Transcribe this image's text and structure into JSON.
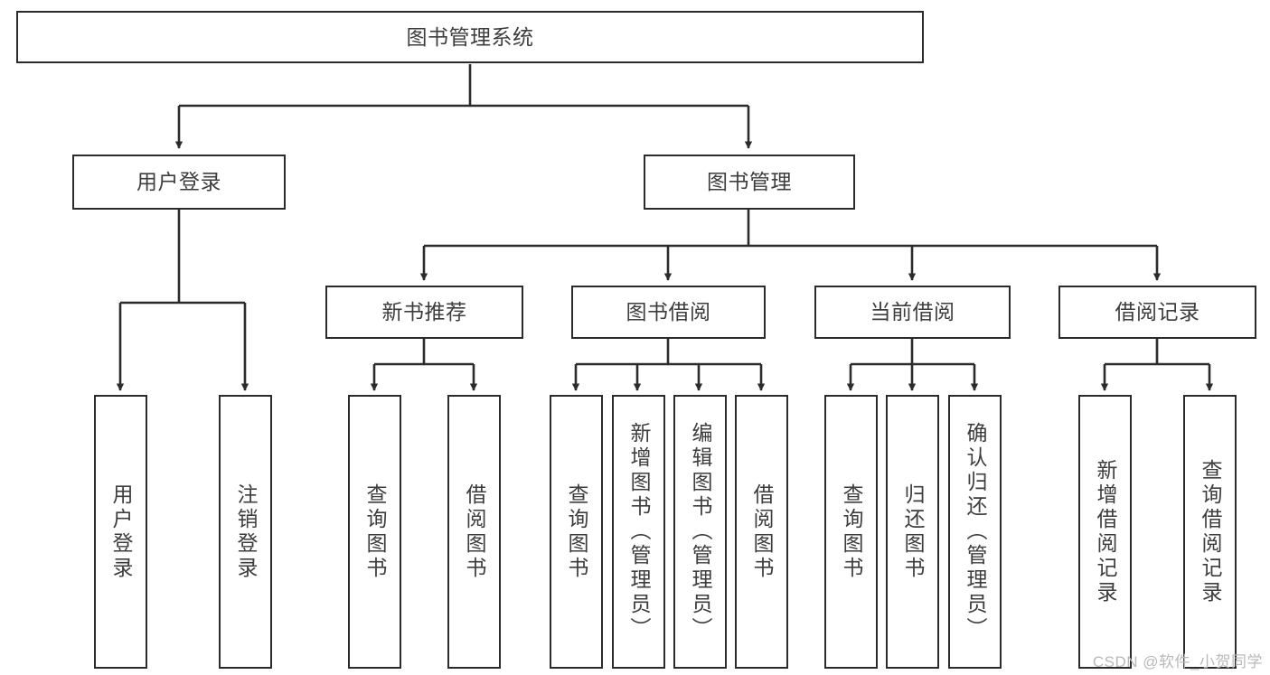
{
  "diagram": {
    "title": "图书管理系统",
    "type": "tree-hierarchy-chart",
    "watermark": "CSDN @软件_小贺同学",
    "stroke_color": "#2b2b2b",
    "text_color": "#3d3d3d",
    "background_color": "#ffffff",
    "nodes": {
      "root": {
        "label": "图书管理系统"
      },
      "level2": [
        {
          "id": "user-login",
          "label": "用户登录"
        },
        {
          "id": "book-management",
          "label": "图书管理"
        }
      ],
      "level3": [
        {
          "id": "new-book-recommend",
          "label": "新书推荐"
        },
        {
          "id": "book-borrow",
          "label": "图书借阅"
        },
        {
          "id": "current-borrow",
          "label": "当前借阅"
        },
        {
          "id": "borrow-record",
          "label": "借阅记录"
        }
      ],
      "leaves": {
        "user_login": [
          {
            "id": "leaf-user-login",
            "label": "用户登录"
          },
          {
            "id": "leaf-logout-login",
            "label": "注销登录"
          }
        ],
        "new_book_recommend": [
          {
            "id": "leaf-query-book-1",
            "label": "查询图书"
          },
          {
            "id": "leaf-borrow-book-1",
            "label": "借阅图书"
          }
        ],
        "book_borrow": [
          {
            "id": "leaf-query-book-2",
            "label": "查询图书"
          },
          {
            "id": "leaf-add-book-admin",
            "label": "新增图书（管理员）"
          },
          {
            "id": "leaf-edit-book-admin",
            "label": "编辑图书（管理员）"
          },
          {
            "id": "leaf-borrow-book-2",
            "label": "借阅图书"
          }
        ],
        "current_borrow": [
          {
            "id": "leaf-query-book-3",
            "label": "查询图书"
          },
          {
            "id": "leaf-return-book",
            "label": "归还图书"
          },
          {
            "id": "leaf-confirm-return-admin",
            "label": "确认归还（管理员）"
          }
        ],
        "borrow_record": [
          {
            "id": "leaf-add-borrow-record",
            "label": "新增借阅记录"
          },
          {
            "id": "leaf-query-borrow-record",
            "label": "查询借阅记录"
          }
        ]
      }
    }
  }
}
